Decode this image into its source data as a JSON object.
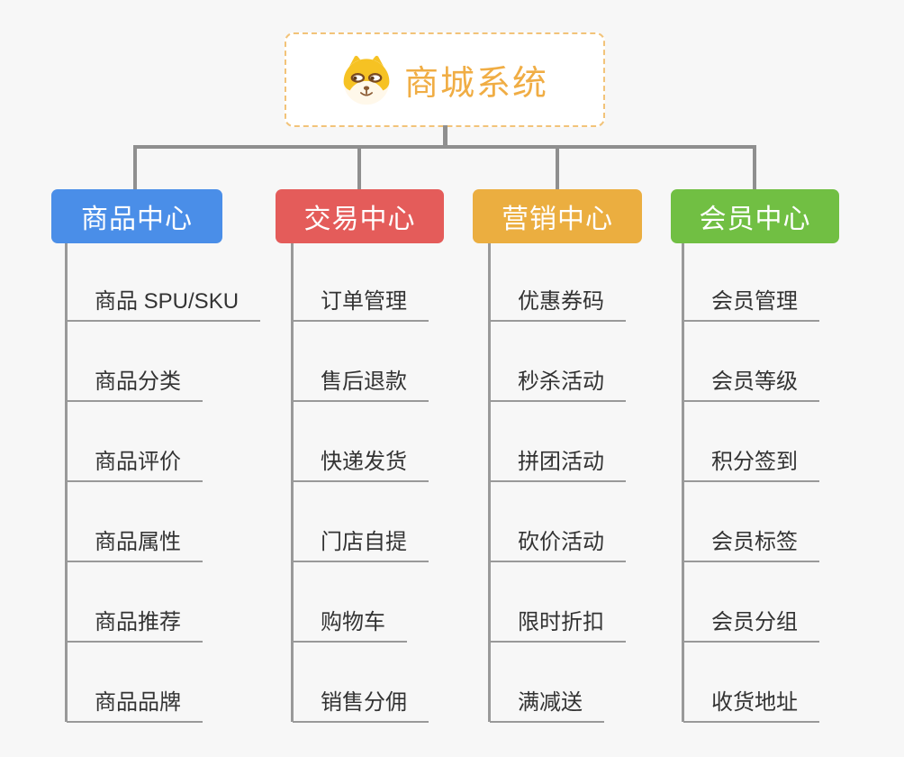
{
  "page": {
    "background": "#f7f7f7"
  },
  "root": {
    "title": "商城系统",
    "title_color": "#f0ad44",
    "icon": "shiba-dog-icon"
  },
  "branches": [
    {
      "id": "products",
      "label": "商品中心",
      "color": "#4a8ee8",
      "items": [
        "商品 SPU/SKU",
        "商品分类",
        "商品评价",
        "商品属性",
        "商品推荐",
        "商品品牌"
      ]
    },
    {
      "id": "trade",
      "label": "交易中心",
      "color": "#e45c5a",
      "items": [
        "订单管理",
        "售后退款",
        "快递发货",
        "门店自提",
        "购物车",
        "销售分佣"
      ]
    },
    {
      "id": "marketing",
      "label": "营销中心",
      "color": "#ebae40",
      "items": [
        "优惠券码",
        "秒杀活动",
        "拼团活动",
        "砍价活动",
        "限时折扣",
        "满减送"
      ]
    },
    {
      "id": "members",
      "label": "会员中心",
      "color": "#71bf43",
      "items": [
        "会员管理",
        "会员等级",
        "积分签到",
        "会员标签",
        "会员分组",
        "收货地址"
      ]
    }
  ],
  "connector_color": "#8f8f8f",
  "underline_color": "#999999",
  "item_text_color": "#333333"
}
